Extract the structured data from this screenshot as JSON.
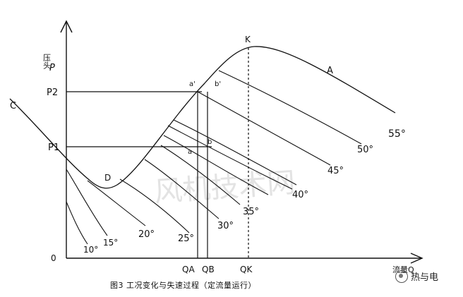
{
  "diagram": {
    "y_axis_label_top": "压头",
    "y_axis_label_bottom": "P",
    "x_axis_label": "流量Q",
    "origin": "0",
    "y_ticks": [
      "P2",
      "P1"
    ],
    "x_ticks": [
      "QA",
      "QB",
      "QK"
    ],
    "points": {
      "C": "C",
      "D": "D",
      "K": "K",
      "A": "A",
      "a": "a",
      "b": "b",
      "a_prime": "a'",
      "b_prime": "b'"
    },
    "blade_angles": [
      "10°",
      "15°",
      "20°",
      "25°",
      "30°",
      "35°",
      "40°",
      "45°",
      "50°",
      "55°"
    ],
    "watermark": "风机技术网"
  },
  "caption": "图3  工况变化与失速过程（定流量运行）",
  "brand": {
    "name": "热与电",
    "icon": "wechat-brand-icon"
  }
}
